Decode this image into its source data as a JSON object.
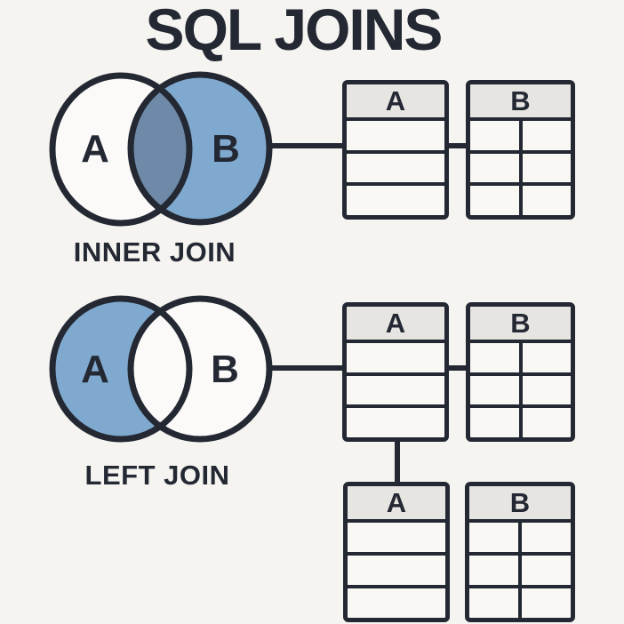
{
  "title": "SQL JOINS",
  "colors": {
    "background": "#f6f4f1",
    "ink": "#232833",
    "blue": "#7fa9ce",
    "blue_dark": "#6e8aa8",
    "circle_fill": "#fbfaf8",
    "table_header_bg": "#e7e5e2",
    "table_row_bg": "#f9f8f5"
  },
  "sections": [
    {
      "name": "inner-join",
      "label": "INNER JOIN",
      "venn": {
        "left_label": "A",
        "right_label": "B",
        "shaded_region": "right circle and intersection"
      },
      "tables": [
        {
          "header": "A",
          "columns": 1,
          "rows": 3
        },
        {
          "header": "B",
          "columns": 2,
          "rows": 3
        }
      ]
    },
    {
      "name": "left-join",
      "label": "LEFT JOIN",
      "venn": {
        "left_label": "A",
        "right_label": "B",
        "shaded_region": "left circle only"
      },
      "tables": [
        {
          "header": "A",
          "columns": 1,
          "rows": 3
        },
        {
          "header": "B",
          "columns": 2,
          "rows": 3
        }
      ],
      "result_tables": [
        {
          "header": "A",
          "columns": 1,
          "rows": 3
        },
        {
          "header": "B",
          "columns": 2,
          "rows": 3
        }
      ]
    }
  ]
}
